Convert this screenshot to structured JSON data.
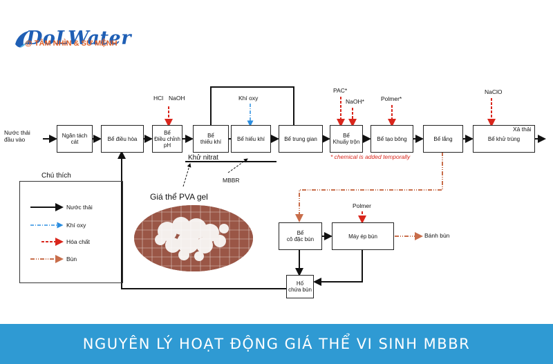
{
  "header": {
    "logo_text": "DoLWater",
    "tagline": "@ TẦM NHÌN & SỨ MỆNH"
  },
  "diagram": {
    "input_label": [
      "Nước thải",
      "đầu vào"
    ],
    "output_label": "Xả thải",
    "boxes": {
      "screen": [
        "Ngăn tách",
        "cát"
      ],
      "equalize": [
        "Bể điều hòa"
      ],
      "ph": [
        "Bể",
        "Điều chỉnh",
        "pH"
      ],
      "anoxic": [
        "Bể",
        "thiếu khí"
      ],
      "aerobic": [
        "Bể hiếu khí"
      ],
      "intermediate": [
        "Bể trung gian"
      ],
      "mixing": [
        "Bể",
        "Khuấy trộn"
      ],
      "flocculation": [
        "Bể tạo bông"
      ],
      "settling": [
        "Bể lắng"
      ],
      "disinfection": [
        "Bể khử trùng"
      ],
      "thickener": [
        "Bể",
        "cô đặc bùn"
      ],
      "press": [
        "Máy ép bùn"
      ],
      "sludge_pit": [
        "Hố",
        "chứa bùn"
      ]
    },
    "chemicals": {
      "hcl": "HCl",
      "naoh1": "NaOH",
      "air": "Khí oxy",
      "pac": "PAC*",
      "naoh2": "NaOH*",
      "polymer1": "Polmer*",
      "naclo": "NaClO",
      "polymer2": "Polmer"
    },
    "notes": {
      "denitrify": "Khử nitrat",
      "mbbr": "MBBR",
      "chemical_note": "* chemical is added temporally",
      "carrier": "Giá thể PVA gel",
      "cake": "Bánh bùn"
    },
    "legend": {
      "title": "Chú thích",
      "items": [
        "Nước thải",
        "Khí oxy",
        "Hóa chất",
        "Bùn"
      ]
    },
    "colors": {
      "water": "#111111",
      "air": "#2a8de0",
      "chemical": "#d9261c",
      "sludge": "#c86d4a"
    }
  },
  "footer": {
    "title": "NGUYÊN LÝ HOẠT ĐỘNG GIÁ THỂ VI SINH MBBR"
  }
}
